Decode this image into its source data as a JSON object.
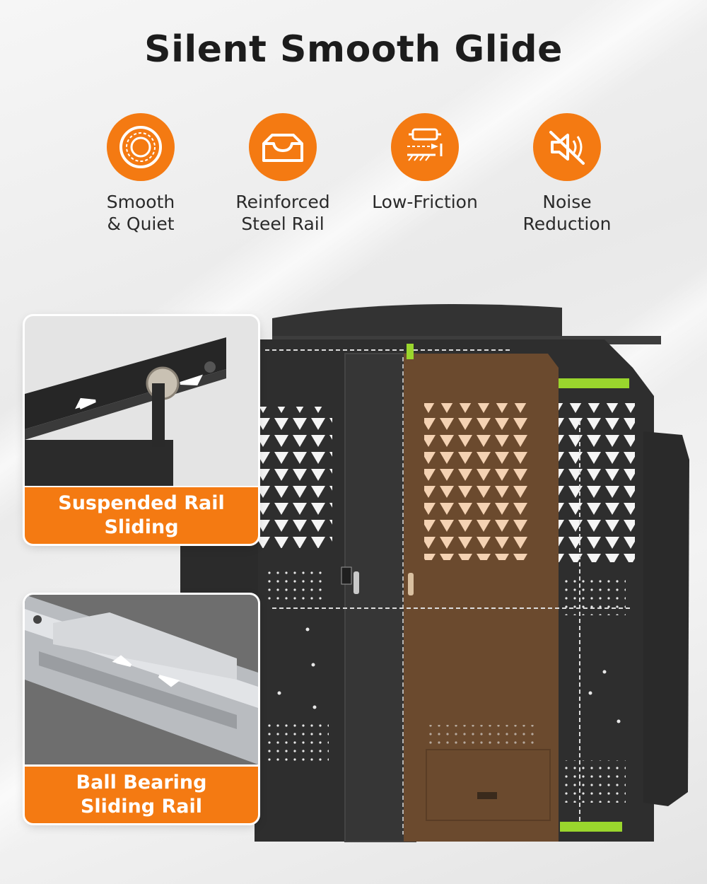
{
  "title": "Silent Smooth Glide",
  "features": [
    {
      "label": "Smooth\n& Quiet",
      "icon": "bearing-ring-icon"
    },
    {
      "label": "Reinforced\nSteel Rail",
      "icon": "steel-channel-icon"
    },
    {
      "label": "Low-Friction",
      "icon": "roller-friction-icon"
    },
    {
      "label": "Noise\nReduction",
      "icon": "muted-speaker-icon"
    }
  ],
  "cards": [
    {
      "label": "Suspended Rail\nSliding"
    },
    {
      "label": "Ball Bearing\nSliding Rail"
    }
  ],
  "colors": {
    "accent": "#f47a12",
    "panel": "#2e2e2e",
    "door": "#6b4a2e",
    "bracket": "#9ad62d"
  }
}
